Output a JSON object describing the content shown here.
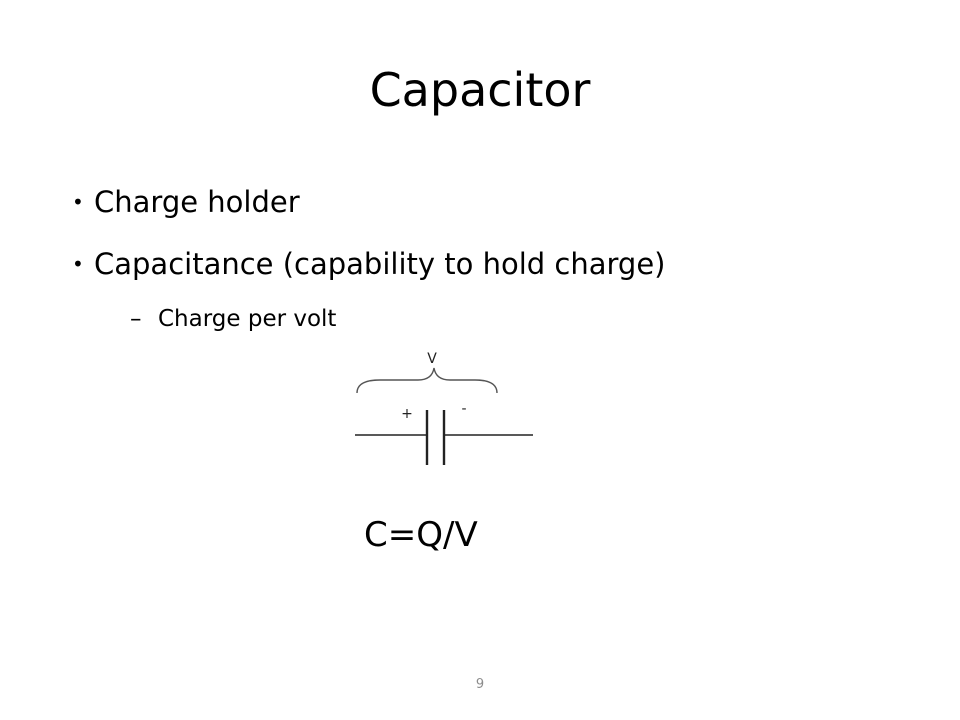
{
  "slide": {
    "title": "Capacitor",
    "bullets": [
      {
        "marker": "•",
        "text": "Charge holder"
      },
      {
        "marker": "•",
        "text": "Capacitance (capability to hold charge)"
      }
    ],
    "sub_bullets": [
      {
        "marker": "–",
        "text": "Charge per volt"
      }
    ],
    "diagram": {
      "voltage_label": "V",
      "plus_label": "+",
      "minus_label": "-"
    },
    "formula": "C=Q/V",
    "page_number": "9"
  }
}
